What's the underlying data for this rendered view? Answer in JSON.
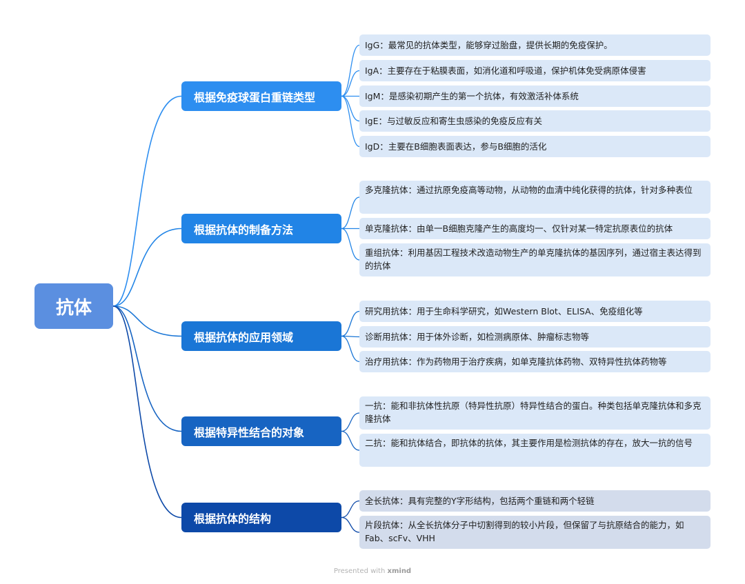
{
  "root": {
    "label": "抗体"
  },
  "branches": [
    {
      "label": "根据免疫球蛋白重链类型",
      "color": "#2d8ef0",
      "leaves": [
        "IgG：最常见的抗体类型，能够穿过胎盘，提供长期的免疫保护。",
        "IgA：主要存在于粘膜表面，如消化道和呼吸道，保护机体免受病原体侵害",
        "IgM：是感染初期产生的第一个抗体，有效激活补体系统",
        "IgE：与过敏反应和寄生虫感染的免疫反应有关",
        "IgD：主要在B细胞表面表达，参与B细胞的活化"
      ]
    },
    {
      "label": "根据抗体的制备方法",
      "color": "#2184e6",
      "leaves": [
        "多克隆抗体：通过抗原免疫高等动物，从动物的血清中纯化获得的抗体，针对多种表位",
        "单克隆抗体：由单一B细胞克隆产生的高度均一、仅针对某一特定抗原表位的抗体",
        "重组抗体：利用基因工程技术改造动物生产的单克隆抗体的基因序列，通过宿主表达得到的抗体"
      ]
    },
    {
      "label": "根据抗体的应用领域",
      "color": "#1a76d6",
      "leaves": [
        "研究用抗体：用于生命科学研究，如Western Blot、ELISA、免疫组化等",
        "诊断用抗体：用于体外诊断，如检测病原体、肿瘤标志物等",
        "治疗用抗体：作为药物用于治疗疾病，如单克隆抗体药物、双特异性抗体药物等"
      ]
    },
    {
      "label": "根据特异性结合的对象",
      "color": "#1764c2",
      "leaves": [
        "一抗：能和非抗体性抗原（特异性抗原）特异性结合的蛋白。种类包括单克隆抗体和多克隆抗体",
        "二抗：能和抗体结合，即抗体的抗体，其主要作用是检测抗体的存在，放大一抗的信号"
      ]
    },
    {
      "label": "根据抗体的结构",
      "color": "#0d49a8",
      "leaves": [
        "全长抗体：具有完整的Y字形结构，包括两个重链和两个轻链",
        "片段抗体：从全长抗体分子中切割得到的较小片段，但保留了与抗原结合的能力，如Fab、scFv、VHH"
      ]
    }
  ],
  "footer": {
    "prefix": "Presented with",
    "brand": "xmind"
  }
}
